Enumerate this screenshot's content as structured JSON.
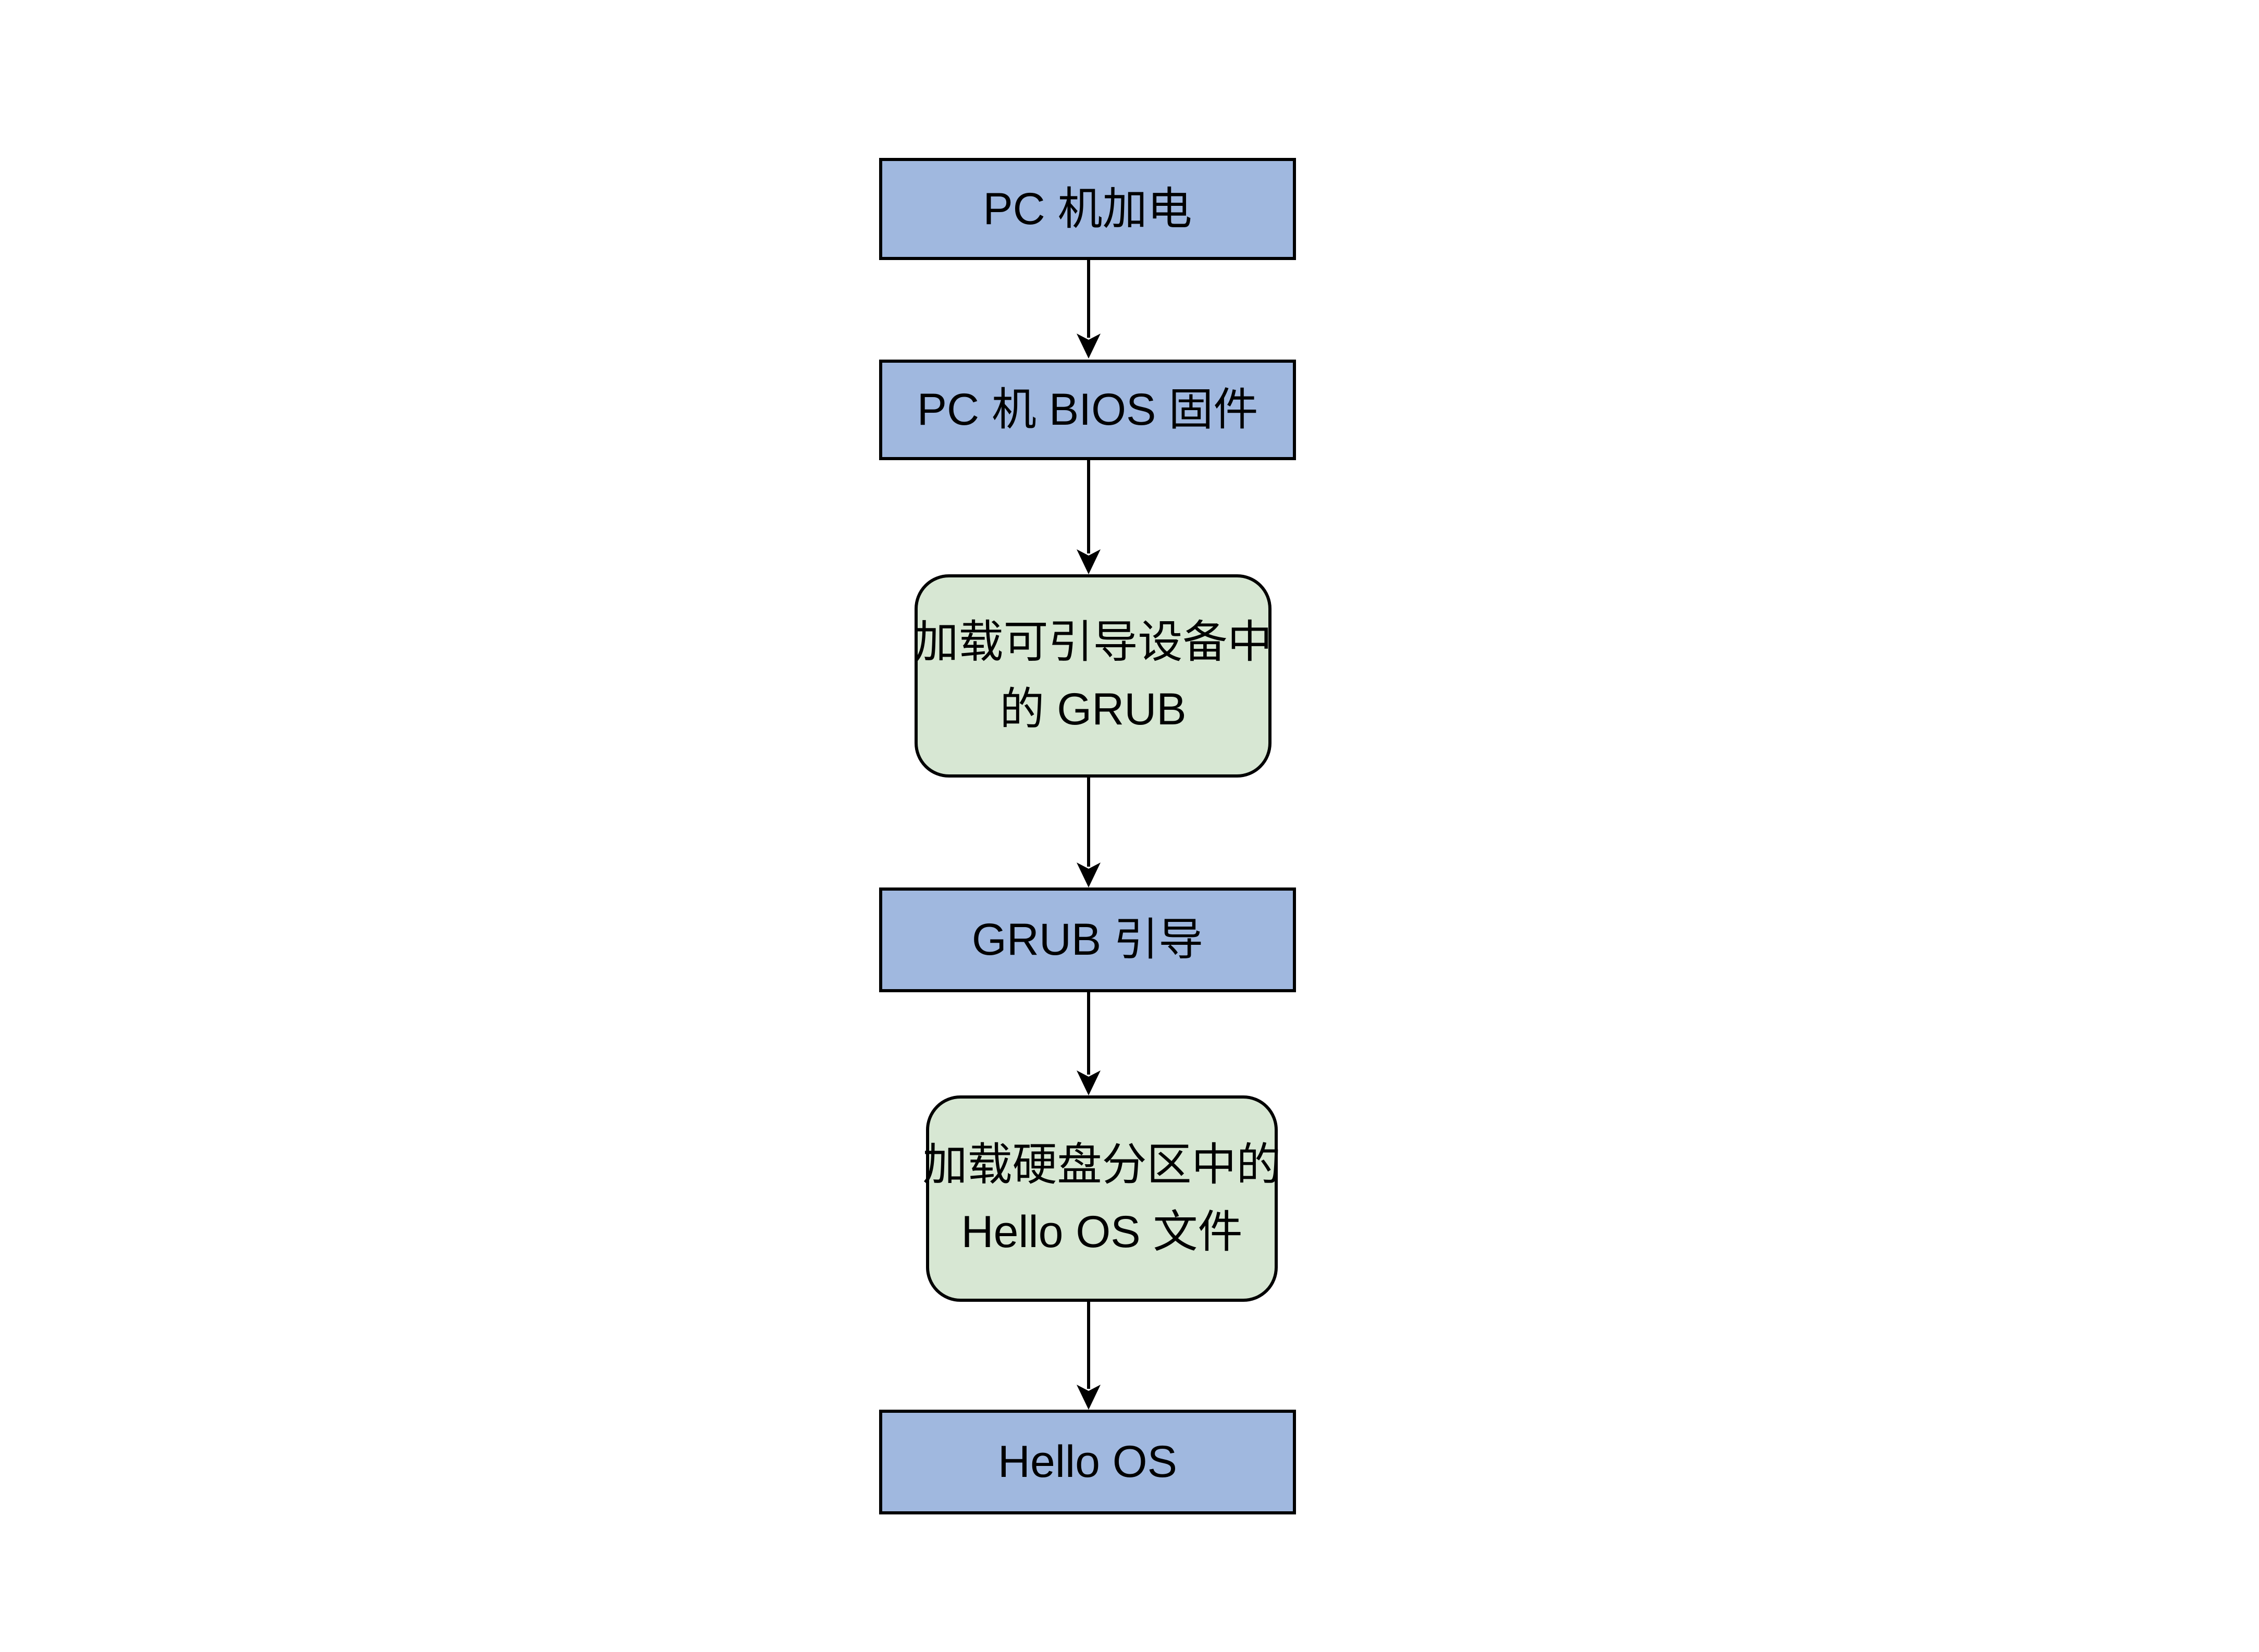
{
  "diagram": {
    "title": "Hello OS boot flow",
    "background_color": "#ffffff",
    "colors": {
      "process_box_fill": "#a0b8df",
      "rounded_box_fill": "#d7e7d3",
      "border": "#000000",
      "text": "#000000"
    },
    "nodes": [
      {
        "id": "power-on",
        "shape": "rectangle",
        "fill": "#a0b8df",
        "lines": [
          "PC 机加电"
        ]
      },
      {
        "id": "bios",
        "shape": "rectangle",
        "fill": "#a0b8df",
        "lines": [
          "PC 机 BIOS 固件"
        ]
      },
      {
        "id": "load-grub",
        "shape": "rounded",
        "fill": "#d7e7d3",
        "lines": [
          "加载可引导设备中",
          "的 GRUB"
        ]
      },
      {
        "id": "grub-boot",
        "shape": "rectangle",
        "fill": "#a0b8df",
        "lines": [
          "GRUB 引导"
        ]
      },
      {
        "id": "load-hello-os",
        "shape": "rounded",
        "fill": "#d7e7d3",
        "lines": [
          "加载硬盘分区中的",
          "Hello OS 文件"
        ]
      },
      {
        "id": "hello-os",
        "shape": "rectangle",
        "fill": "#a0b8df",
        "lines": [
          "Hello OS"
        ]
      }
    ],
    "edges": [
      {
        "from": "power-on",
        "to": "bios",
        "style": "arrow-down"
      },
      {
        "from": "bios",
        "to": "load-grub",
        "style": "arrow-down"
      },
      {
        "from": "load-grub",
        "to": "grub-boot",
        "style": "arrow-down"
      },
      {
        "from": "grub-boot",
        "to": "load-hello-os",
        "style": "arrow-down"
      },
      {
        "from": "load-hello-os",
        "to": "hello-os",
        "style": "arrow-down"
      }
    ]
  }
}
